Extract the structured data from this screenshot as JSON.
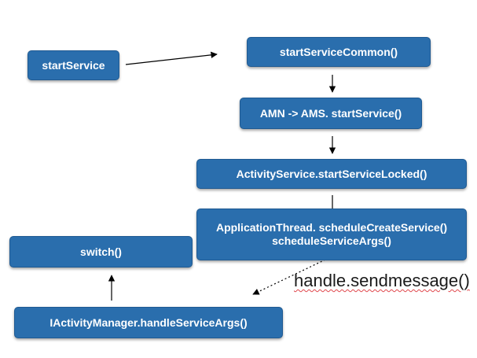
{
  "nodes": {
    "start_service": "startService",
    "start_service_common": "startServiceCommon()",
    "amn_ams": "AMN -> AMS. startService()",
    "start_service_locked": "ActivityService.startServiceLocked()",
    "application_thread_line1": "ApplicationThread. scheduleCreateService()",
    "application_thread_line2": "scheduleServiceArgs()",
    "switch": "switch()",
    "handle_service_args": "IActivityManager.handleServiceArgs()"
  },
  "annotation": {
    "handle_sendmessage": "handle.sendmessage()"
  },
  "colors": {
    "node_fill": "#2a6ead",
    "node_text": "#ffffff",
    "arrow": "#000000",
    "spellcheck_underline": "#e0474c"
  }
}
